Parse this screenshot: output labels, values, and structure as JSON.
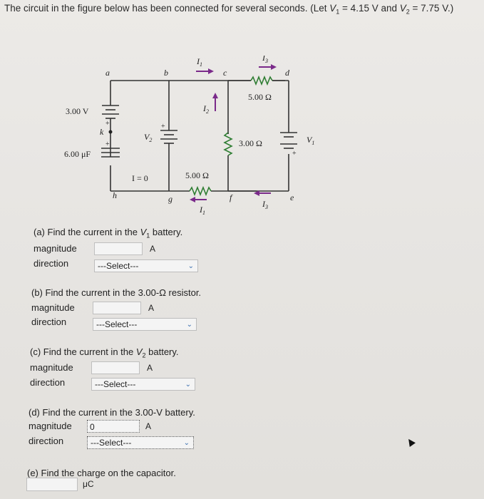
{
  "header": {
    "prefix": "The circuit in the figure below has been connected for several seconds. (Let ",
    "v1_sym": "V",
    "v1_sub": "1",
    "v1_val": " = 4.15 V and ",
    "v2_sym": "V",
    "v2_sub": "2",
    "v2_val": " = 7.75 V.)"
  },
  "circuit": {
    "nodes": {
      "a": "a",
      "b": "b",
      "c": "c",
      "d": "d",
      "e": "e",
      "f": "f",
      "g": "g",
      "h": "h",
      "k": "k"
    },
    "battery_3v": "3.00 V",
    "capacitor": "6.00 μF",
    "v2_label": "V",
    "v2_sub": "2",
    "v1_label": "V",
    "v1_sub": "1",
    "i_zero": "I = 0",
    "r_bottom": "5.00 Ω",
    "r_top": "5.00 Ω",
    "r_right": "3.00 Ω",
    "i1": "I",
    "i1_sub": "1",
    "i2": "I",
    "i2_sub": "2",
    "i3": "I",
    "i3_sub": "3"
  },
  "questions": [
    {
      "title_pre": "(a) Find the current in the ",
      "title_sym": "V",
      "title_sub": "1",
      "title_post": " battery.",
      "magnitude_label": "magnitude",
      "magnitude_value": "",
      "unit": "A",
      "direction_label": "direction",
      "direction_value": "---Select---"
    },
    {
      "title_pre": "(b) Find the current in the 3.00-Ω resistor.",
      "title_sym": "",
      "title_sub": "",
      "title_post": "",
      "magnitude_label": "magnitude",
      "magnitude_value": "",
      "unit": "A",
      "direction_label": "direction",
      "direction_value": "---Select---"
    },
    {
      "title_pre": "(c) Find the current in the ",
      "title_sym": "V",
      "title_sub": "2",
      "title_post": " battery.",
      "magnitude_label": "magnitude",
      "magnitude_value": "",
      "unit": "A",
      "direction_label": "direction",
      "direction_value": "---Select---"
    },
    {
      "title_pre": "(d) Find the current in the 3.00-V battery.",
      "title_sym": "",
      "title_sub": "",
      "title_post": "",
      "magnitude_label": "magnitude",
      "magnitude_value": "0",
      "unit": "A",
      "direction_label": "direction",
      "direction_value": "---Select---"
    }
  ],
  "question_e": {
    "title": "(e) Find the charge on the capacitor.",
    "value": "",
    "unit": "μC"
  }
}
